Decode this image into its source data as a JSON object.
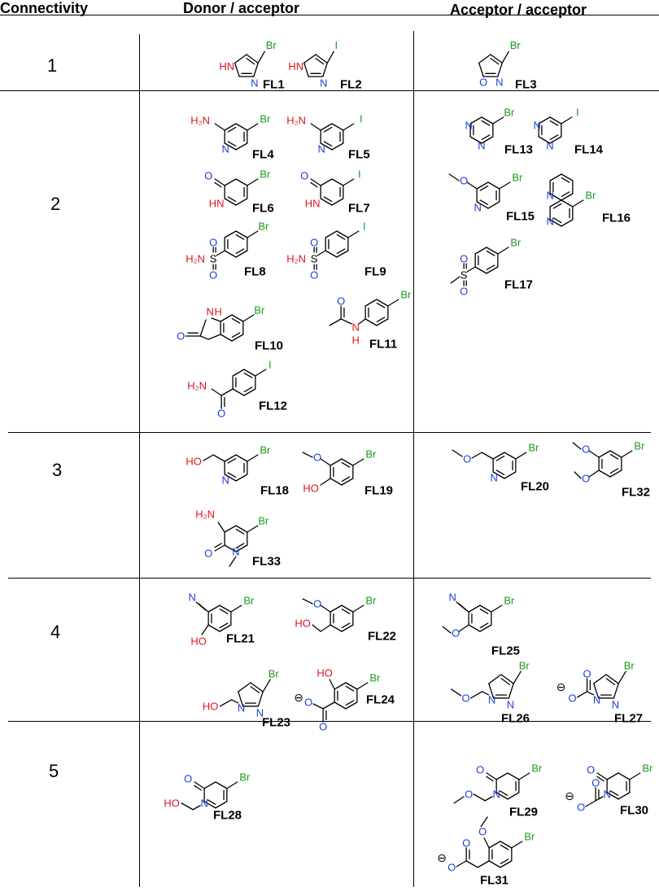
{
  "headers": {
    "connectivity": "Connectivity",
    "donor": "Donor / acceptor",
    "acceptor": "Acceptor / acceptor"
  },
  "rows": [
    "1",
    "2",
    "3",
    "4",
    "5"
  ],
  "colors": {
    "bond": "#000000",
    "halogen": "#1a9a1a",
    "nitrogen": "#1f3fd6",
    "oxygen": "#1f3fd6",
    "donor": "#e0141e"
  },
  "atoms": {
    "br": "Br",
    "i": "I",
    "n": "N",
    "o": "O",
    "s": "S",
    "hn": "HN",
    "nh": "N",
    "h": "H",
    "h2n": "H₂N",
    "ho": "HO",
    "neg": "⊖"
  },
  "compounds": [
    {
      "id": "FL1",
      "cell": "1-donor"
    },
    {
      "id": "FL2",
      "cell": "1-donor"
    },
    {
      "id": "FL3",
      "cell": "1-acceptor"
    },
    {
      "id": "FL4",
      "cell": "2-donor"
    },
    {
      "id": "FL5",
      "cell": "2-donor"
    },
    {
      "id": "FL6",
      "cell": "2-donor"
    },
    {
      "id": "FL7",
      "cell": "2-donor"
    },
    {
      "id": "FL8",
      "cell": "2-donor"
    },
    {
      "id": "FL9",
      "cell": "2-donor"
    },
    {
      "id": "FL10",
      "cell": "2-donor"
    },
    {
      "id": "FL11",
      "cell": "2-donor"
    },
    {
      "id": "FL12",
      "cell": "2-donor"
    },
    {
      "id": "FL13",
      "cell": "2-acceptor"
    },
    {
      "id": "FL14",
      "cell": "2-acceptor"
    },
    {
      "id": "FL15",
      "cell": "2-acceptor"
    },
    {
      "id": "FL16",
      "cell": "2-acceptor"
    },
    {
      "id": "FL17",
      "cell": "2-acceptor"
    },
    {
      "id": "FL18",
      "cell": "3-donor"
    },
    {
      "id": "FL19",
      "cell": "3-donor"
    },
    {
      "id": "FL33",
      "cell": "3-donor"
    },
    {
      "id": "FL20",
      "cell": "3-acceptor"
    },
    {
      "id": "FL32",
      "cell": "3-acceptor"
    },
    {
      "id": "FL21",
      "cell": "4-donor"
    },
    {
      "id": "FL22",
      "cell": "4-donor"
    },
    {
      "id": "FL23",
      "cell": "4-donor"
    },
    {
      "id": "FL24",
      "cell": "4-donor"
    },
    {
      "id": "FL25",
      "cell": "4-acceptor"
    },
    {
      "id": "FL26",
      "cell": "4-acceptor"
    },
    {
      "id": "FL27",
      "cell": "4-acceptor"
    },
    {
      "id": "FL28",
      "cell": "5-donor"
    },
    {
      "id": "FL29",
      "cell": "5-acceptor"
    },
    {
      "id": "FL30",
      "cell": "5-acceptor"
    },
    {
      "id": "FL31",
      "cell": "5-acceptor"
    }
  ]
}
